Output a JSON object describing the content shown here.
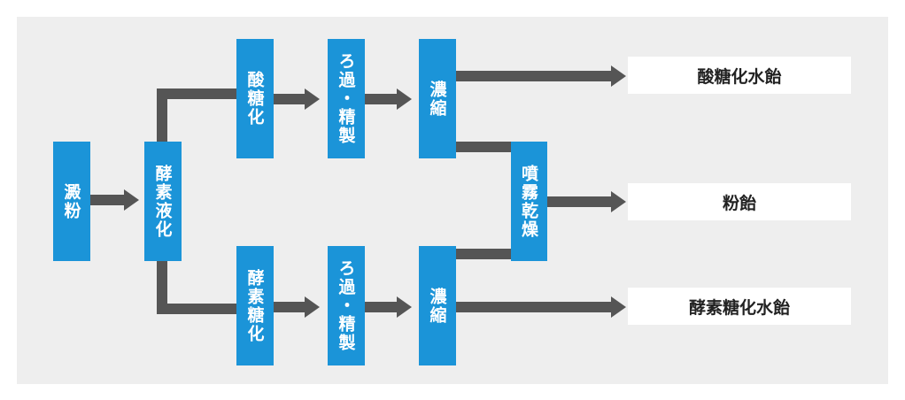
{
  "colors": {
    "panel": "#eeeeee",
    "box": "#1b94d8",
    "arrow": "#555555",
    "output_bg": "#ffffff"
  },
  "nodes": {
    "starch": "澱粉",
    "enzyme_liquefaction": "酵素液化",
    "acid_saccharification": "酸糖化",
    "filtration_refining_top": "ろ過・精製",
    "concentration_top": "濃縮",
    "spray_drying": "噴霧乾燥",
    "enzyme_saccharification": "酵素糖化",
    "filtration_refining_bottom": "ろ過・精製",
    "concentration_bottom": "濃縮"
  },
  "outputs": {
    "acid_starch_syrup": "酸糖化水飴",
    "powdered_syrup": "粉飴",
    "enzyme_starch_syrup": "酵素糖化水飴"
  }
}
